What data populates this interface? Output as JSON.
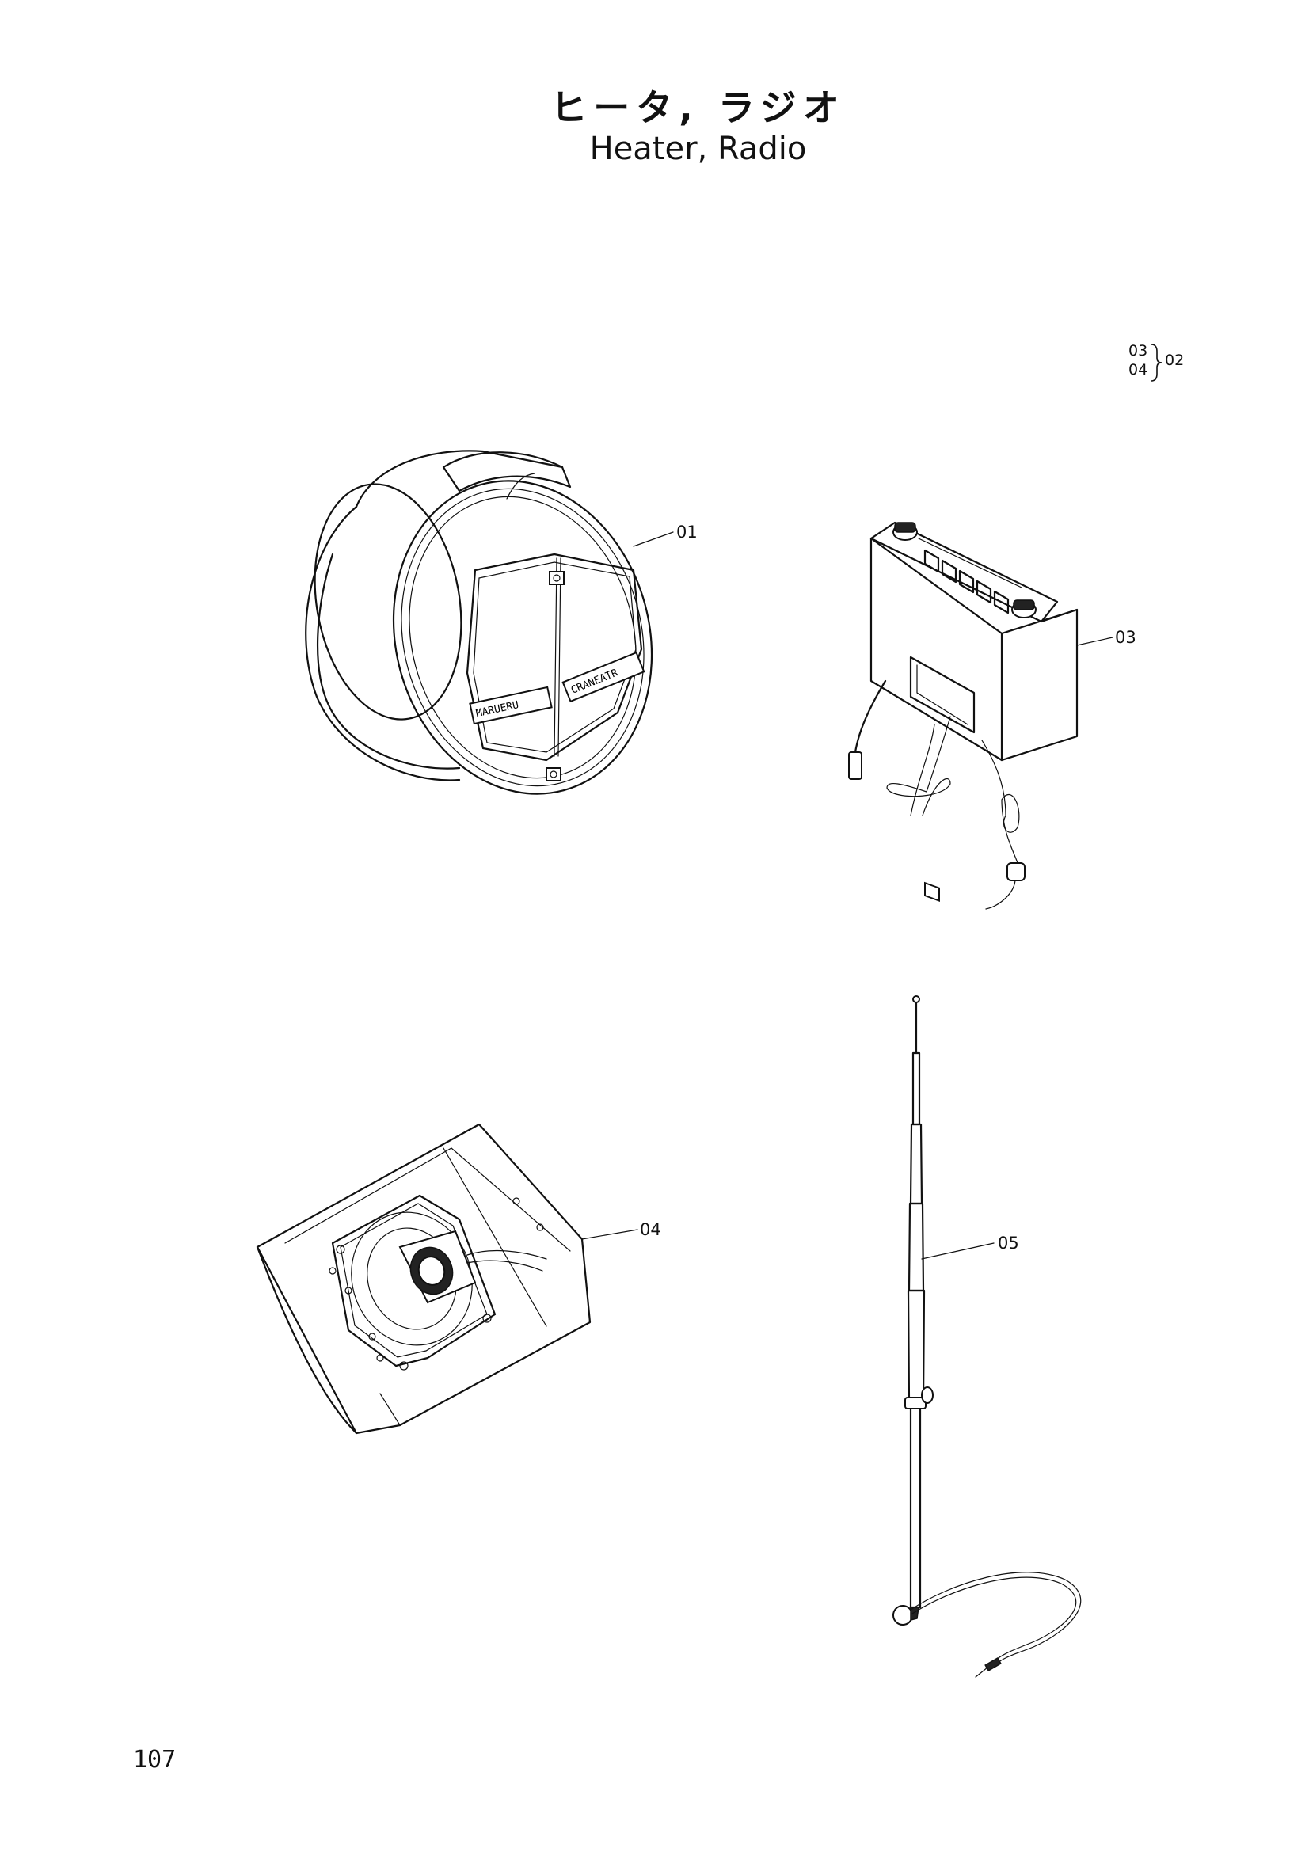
{
  "page": {
    "title_jp": "ヒータ, ラジオ",
    "title_en": "Heater, Radio",
    "page_number": "107"
  },
  "group_label": {
    "members": [
      "03",
      "04"
    ],
    "parent": "02"
  },
  "callouts": {
    "heater": "01",
    "radio": "03",
    "speaker": "04",
    "antenna": "05"
  },
  "parts": {
    "heater_badge_left": "MARUERU",
    "heater_badge_right": "CRANEATR"
  }
}
